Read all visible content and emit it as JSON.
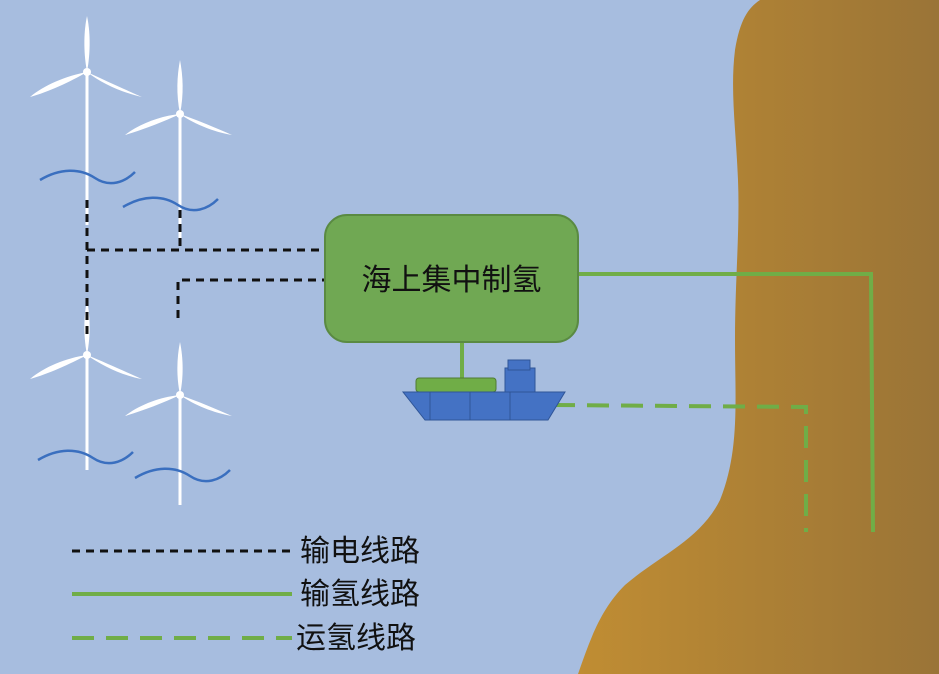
{
  "colors": {
    "sea": "#a7bddf",
    "land": "#b88a35",
    "hub_fill": "#70a853",
    "hydrogen_line": "#70ad47",
    "power_line": "#111111",
    "ship": "#4472c4",
    "turbine": "#ffffff",
    "wave": "#3a6fbf"
  },
  "hub": {
    "label": "海上集中制氢"
  },
  "legend": {
    "power_line": "输电线路",
    "hydrogen_pipeline": "输氢线路",
    "hydrogen_shipping": "运氢线路"
  },
  "icons": {
    "turbine": "wind-turbine-icon",
    "ship": "ship-icon"
  }
}
